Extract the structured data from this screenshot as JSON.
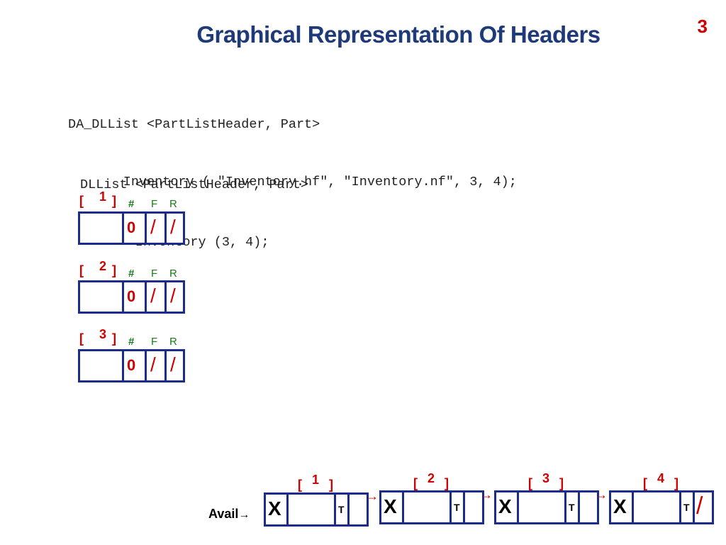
{
  "title": "Graphical Representation Of Headers",
  "slide_number": "3",
  "code_block_1": {
    "line1": "DA_DLList <PartListHeader, Part>",
    "line2": "       Inventory ( \"Inventory.hf\", \"Inventory.nf\", 3, 4);"
  },
  "code_block_2": {
    "line1": "DLList <PartListHeader, Part>",
    "line2": "       Inventory (3, 4);"
  },
  "header_field_labels": {
    "count": "#",
    "front": "F",
    "rear": "R"
  },
  "headers": [
    {
      "open": "[",
      "index": "1",
      "close": "]",
      "count": "0",
      "front": "/",
      "rear": "/"
    },
    {
      "open": "[",
      "index": "2",
      "close": "]",
      "count": "0",
      "front": "/",
      "rear": "/"
    },
    {
      "open": "[",
      "index": "3",
      "close": "]",
      "count": "0",
      "front": "/",
      "rear": "/"
    }
  ],
  "avail": {
    "label": "Avail",
    "nodes": [
      {
        "open": "[",
        "index": "1",
        "close": "]",
        "mark": "X",
        "tag": "T"
      },
      {
        "open": "[",
        "index": "2",
        "close": "]",
        "mark": "X",
        "tag": "T"
      },
      {
        "open": "[",
        "index": "3",
        "close": "]",
        "mark": "X",
        "tag": "T"
      },
      {
        "open": "[",
        "index": "4",
        "close": "]",
        "mark": "X",
        "tag": "T",
        "end": "/"
      }
    ]
  },
  "colors": {
    "title": "#1f3a78",
    "accent": "#d10000",
    "border": "#1c2c8a",
    "field_label": "#1a7a1a"
  }
}
